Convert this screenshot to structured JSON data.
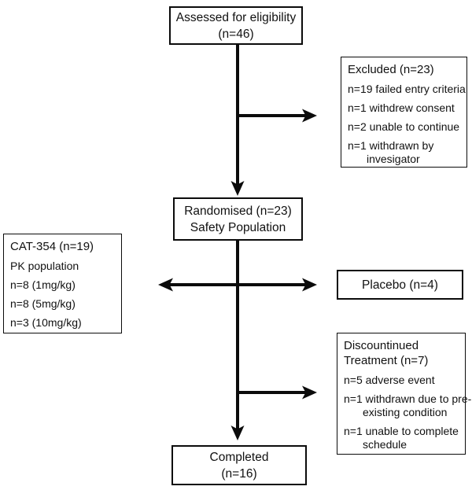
{
  "colors": {
    "line": "#0b0b0b",
    "text": "#111111",
    "box_bg": "#ffffff",
    "page_bg": "#ffffff"
  },
  "flow": {
    "assessed": {
      "lines": [
        "Assessed for eligibility",
        "(n=46)"
      ]
    },
    "excluded": {
      "title": "Excluded (n=23)",
      "items": [
        "n=19 failed entry criteria",
        "n=1 withdrew consent",
        "n=2 unable to continue",
        "n=1 withdrawn by\ninvesigator"
      ]
    },
    "randomised": {
      "lines": [
        "Randomised (n=23)",
        "Safety Population"
      ]
    },
    "cat354": {
      "title": "CAT-354 (n=19)",
      "items": [
        "PK population",
        "n=8 (1mg/kg)",
        "n=8 (5mg/kg)",
        "n=3 (10mg/kg)"
      ]
    },
    "placebo": {
      "label": "Placebo (n=4)"
    },
    "discontinued": {
      "title": "Discountinued\nTreatment (n=7)",
      "items": [
        "n=5 adverse event",
        "n=1 withdrawn due to pre-\nexisting condition",
        "n=1 unable to complete\nschedule"
      ]
    },
    "completed": {
      "lines": [
        "Completed",
        "(n=16)"
      ]
    }
  }
}
